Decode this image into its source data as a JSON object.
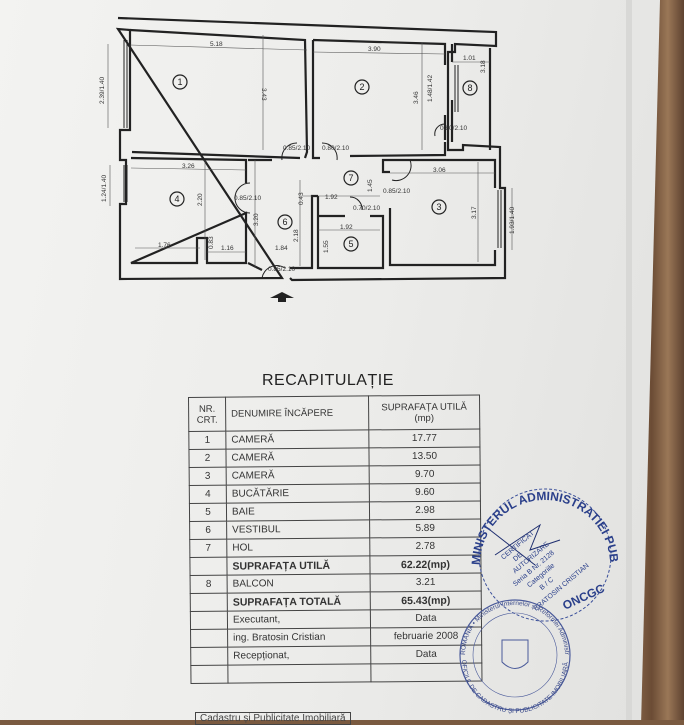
{
  "plan": {
    "rooms": [
      "1",
      "2",
      "3",
      "4",
      "5",
      "6",
      "7",
      "8"
    ],
    "dimensions": [
      "5.18",
      "3.43",
      "2.39/1.40",
      "3.90",
      "3.46",
      "1.48/1.42",
      "1.01",
      "3.18",
      "3.26",
      "2.20",
      "1.24/1.40",
      "1.76",
      "1.16",
      "0.83",
      "3.20",
      "2.18",
      "1.84",
      "1.92",
      "1.45",
      "1.92",
      "1.55",
      "0.43",
      "3.06",
      "3.17",
      "1.93/1.40"
    ],
    "doors": [
      "0.85/2.10",
      "0.80/2.10",
      "0.80/2.10",
      "0.85/2.10",
      "0.85/2.10",
      "0.70/2.10",
      "0.85/2.10"
    ]
  },
  "title": "RECAPITULAȚIE",
  "table": {
    "headers": [
      "NR. CRT.",
      "DENUMIRE ÎNCĂPERE",
      "SUPRAFAȚA UTILĂ (mp)"
    ],
    "rows": [
      {
        "nr": "1",
        "name": "CAMERĂ",
        "area": "17.77"
      },
      {
        "nr": "2",
        "name": "CAMERĂ",
        "area": "13.50"
      },
      {
        "nr": "3",
        "name": "CAMERĂ",
        "area": "9.70"
      },
      {
        "nr": "4",
        "name": "BUCĂTĂRIE",
        "area": "9.60"
      },
      {
        "nr": "5",
        "name": "BAIE",
        "area": "2.98"
      },
      {
        "nr": "6",
        "name": "VESTIBUL",
        "area": "5.89"
      },
      {
        "nr": "7",
        "name": "HOL",
        "area": "2.78"
      }
    ],
    "useful_label": "SUPRAFAȚA UTILĂ",
    "useful_value": "62.22(mp)",
    "balcony": {
      "nr": "8",
      "name": "BALCON",
      "area": "3.21"
    },
    "total_label": "SUPRAFAȚA TOTALĂ",
    "total_value": "65.43(mp)",
    "executant_label": "Executant,",
    "date_label": "Data",
    "executant_name": "ing. Bratosin Cristian",
    "executant_date": "februarie 2008",
    "received_label": "Recepționat,",
    "received_date_label": "Data"
  },
  "stamp_authorization": {
    "ring": "MINISTERUL ADMINISTRATIEI PUBLICE",
    "bottom": "ONCGC",
    "lines": [
      "CERTIFICAT",
      "DE",
      "AUTORIZARE",
      "Seria B Nr. 2128",
      "Categoriile",
      "B / C",
      "BRATOSIN CRISTIAN"
    ]
  },
  "stamp_office": {
    "ring_top": "ROMÂNIA • Ministerul Internelor și Reformei Administrative",
    "ring_bottom": "OFICIUL DE CADASTRU ȘI PUBLICITATE IMOBILIARĂ • BUCUREȘTI"
  },
  "footer_note": "Cadastru și Publicitate Imobiliară"
}
